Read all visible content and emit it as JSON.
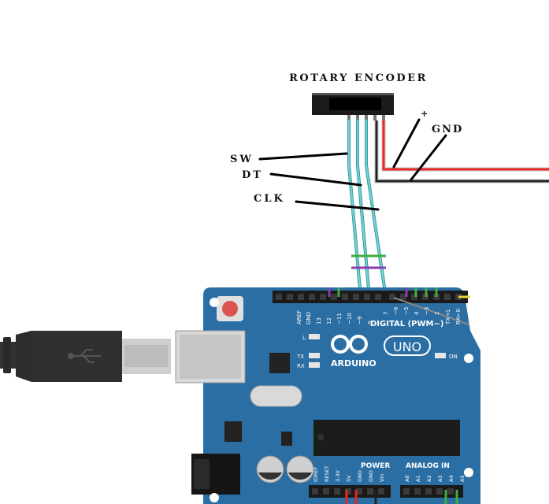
{
  "labels": {
    "title": "ROTARY ENCODER",
    "plus": "+",
    "gnd": "GND",
    "sw": "SW",
    "dt": "DT",
    "clk": "CLK"
  },
  "board": {
    "logo": "ARDUINO",
    "model": "UNO",
    "digital_header": "DIGITAL (PWM~)",
    "power_header": "POWER",
    "analog_header": "ANALOG IN",
    "led_l": "L",
    "led_tx": "TX",
    "led_rx": "RX",
    "led_on": "ON",
    "digital_pins": [
      "AREF",
      "GND",
      "13",
      "12",
      "~11",
      "~10",
      "~9",
      "8",
      "7",
      "~6",
      "~5",
      "4",
      "~3",
      "2",
      "TX→1",
      "RX←0"
    ],
    "power_pins": [
      "IOREF",
      "RESET",
      "3.3V",
      "5V",
      "GND",
      "GND",
      "Vin"
    ],
    "analog_pins": [
      "A0",
      "A1",
      "A2",
      "A3",
      "A4",
      "A5"
    ]
  },
  "colors": {
    "board": "#2b6ea3",
    "wire_cyan": "#6fd3d6",
    "wire_red": "#e52424",
    "wire_black": "#222222",
    "jumper_green": "#3fae3f",
    "jumper_purple": "#8b3fae"
  }
}
